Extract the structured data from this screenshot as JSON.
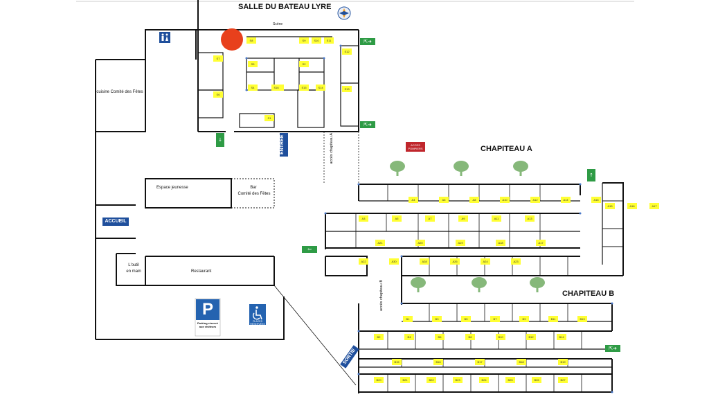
{
  "titles": {
    "salle": "SALLE DU BATEAU LYRE",
    "scene": "Scène",
    "chapiteau_a": "CHAPITEAU A",
    "chapiteau_b": "CHAPITEAU B"
  },
  "rooms": {
    "cuisine": "cuisine Comité des Fêtes",
    "espace_jeunesse": "Espace jeunesse",
    "bar_line1": "Bar",
    "bar_line2": "Comité des Fêtes",
    "outil_line1": "L'outil",
    "outil_line2": "en main",
    "restaurant": "Restaurant"
  },
  "signs": {
    "accueil": "ACCUEIL",
    "entree": "ENTRÉE",
    "sortie": "SORTIE",
    "acces_pompiers_line1": "ACCES",
    "acces_pompiers_line2": "POMPIERS",
    "acces_chapiteau_a": "accès chapiteau A",
    "acces_chapiteau_b": "accès chapiteau B",
    "parking_letter": "P",
    "parking_caption": "Parking réservé aux visiteurs",
    "handicap_caption": "PLACES RÉSERVÉES"
  },
  "colors": {
    "wall": "#111111",
    "stand_label": "#ffff33",
    "exit_sign": "#2e9b45",
    "info_sign": "#1f4f9c",
    "marker": "#e8401c",
    "tree": "#86b87a",
    "pompiers": "#c0262c"
  },
  "stands_salle": [
    "S8",
    "S9",
    "S10",
    "S11",
    "S7",
    "S6",
    "S5",
    "S4",
    "S3",
    "S2",
    "S1",
    "S12",
    "S13",
    "S14",
    "S15",
    "S16"
  ],
  "stands_chapiteau_a": {
    "row1": [
      "A4",
      "A6",
      "A8",
      "A10",
      "A12",
      "A14",
      "A16"
    ],
    "row2": [
      "A3",
      "A5",
      "A7",
      "A9",
      "A11",
      "A13"
    ],
    "row3": [
      "A21",
      "A20",
      "A19",
      "A18",
      "A17"
    ],
    "row4": [
      "A22",
      "A30",
      "A28",
      "A26",
      "A24",
      "A23"
    ],
    "right": [
      "A15",
      "A16b",
      "A17b"
    ]
  },
  "stands_chapiteau_b": {
    "row1": [
      "B1",
      "B3",
      "B5",
      "B7",
      "B9",
      "B11",
      "B13"
    ],
    "row2": [
      "B2",
      "B4",
      "B6",
      "B8",
      "B10",
      "B12",
      "B14"
    ],
    "row3": [
      "B15",
      "B16",
      "B17",
      "B18",
      "B19"
    ],
    "row4": [
      "B20",
      "B21",
      "B22",
      "B23",
      "B24",
      "B25",
      "B26",
      "B27"
    ]
  }
}
